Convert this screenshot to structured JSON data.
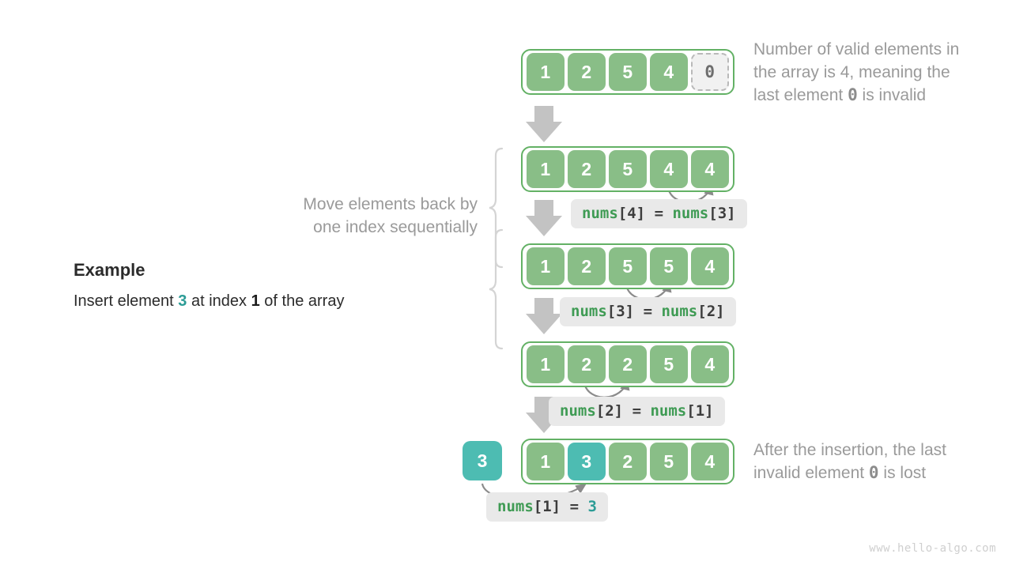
{
  "diagram": {
    "title": "Array insertion by shifting elements",
    "colors": {
      "green_fill": "#89be87",
      "green_border": "#63b165",
      "teal_fill": "#4dbcb2",
      "gray_arrow": "#bfbfbf",
      "chip_bg": "#e9e9e9",
      "note_text": "#9a9a9a",
      "code_green": "#3f9b54",
      "code_teal": "#2c9c96"
    },
    "rows": [
      {
        "id": "row-initial",
        "cells": [
          {
            "value": "1",
            "style": "green"
          },
          {
            "value": "2",
            "style": "green"
          },
          {
            "value": "5",
            "style": "green"
          },
          {
            "value": "4",
            "style": "green"
          },
          {
            "value": "0",
            "style": "invalid"
          }
        ]
      },
      {
        "id": "row-shift-4",
        "cells": [
          {
            "value": "1",
            "style": "green"
          },
          {
            "value": "2",
            "style": "green"
          },
          {
            "value": "5",
            "style": "green"
          },
          {
            "value": "4",
            "style": "green"
          },
          {
            "value": "4",
            "style": "green"
          }
        ]
      },
      {
        "id": "row-shift-3",
        "cells": [
          {
            "value": "1",
            "style": "green"
          },
          {
            "value": "2",
            "style": "green"
          },
          {
            "value": "5",
            "style": "green"
          },
          {
            "value": "5",
            "style": "green"
          },
          {
            "value": "4",
            "style": "green"
          }
        ]
      },
      {
        "id": "row-shift-2",
        "cells": [
          {
            "value": "1",
            "style": "green"
          },
          {
            "value": "2",
            "style": "green"
          },
          {
            "value": "2",
            "style": "green"
          },
          {
            "value": "5",
            "style": "green"
          },
          {
            "value": "4",
            "style": "green"
          }
        ]
      },
      {
        "id": "row-final",
        "cells": [
          {
            "value": "1",
            "style": "green"
          },
          {
            "value": "3",
            "style": "teal"
          },
          {
            "value": "2",
            "style": "green"
          },
          {
            "value": "5",
            "style": "green"
          },
          {
            "value": "4",
            "style": "green"
          }
        ]
      }
    ],
    "insert_box": {
      "value": "3"
    },
    "code_labels": [
      {
        "id": "code-1",
        "target": "nums[4]",
        "source": "nums[3]",
        "target_index": "4",
        "source_index": "3",
        "name": "nums",
        "op": "=",
        "source_kind": "array"
      },
      {
        "id": "code-2",
        "target": "nums[3]",
        "source": "nums[2]",
        "target_index": "3",
        "source_index": "2",
        "name": "nums",
        "op": "=",
        "source_kind": "array"
      },
      {
        "id": "code-3",
        "target": "nums[2]",
        "source": "nums[1]",
        "target_index": "2",
        "source_index": "1",
        "name": "nums",
        "op": "=",
        "source_kind": "array"
      },
      {
        "id": "code-4",
        "target": "nums[1]",
        "source": "3",
        "target_index": "1",
        "source_index": "3",
        "name": "nums",
        "op": "=",
        "source_kind": "literal"
      }
    ],
    "notes": {
      "top": {
        "line1": "Number of valid elements in",
        "line2_a": "the array is 4, meaning the",
        "line3_a": "last element ",
        "line3_mono": "0",
        "line3_b": " is invalid"
      },
      "left_brace": {
        "line1": "Move elements back by",
        "line2": "one index sequentially"
      },
      "bottom": {
        "line1": "After the insertion, the last",
        "line2_a": "invalid element ",
        "line2_mono": "0",
        "line2_b": " is lost"
      }
    },
    "example": {
      "heading": "Example",
      "text_a": "Insert element ",
      "value": "3",
      "text_b": " at index ",
      "index": "1",
      "text_c": " of the array"
    },
    "watermark": "www.hello-algo.com"
  }
}
